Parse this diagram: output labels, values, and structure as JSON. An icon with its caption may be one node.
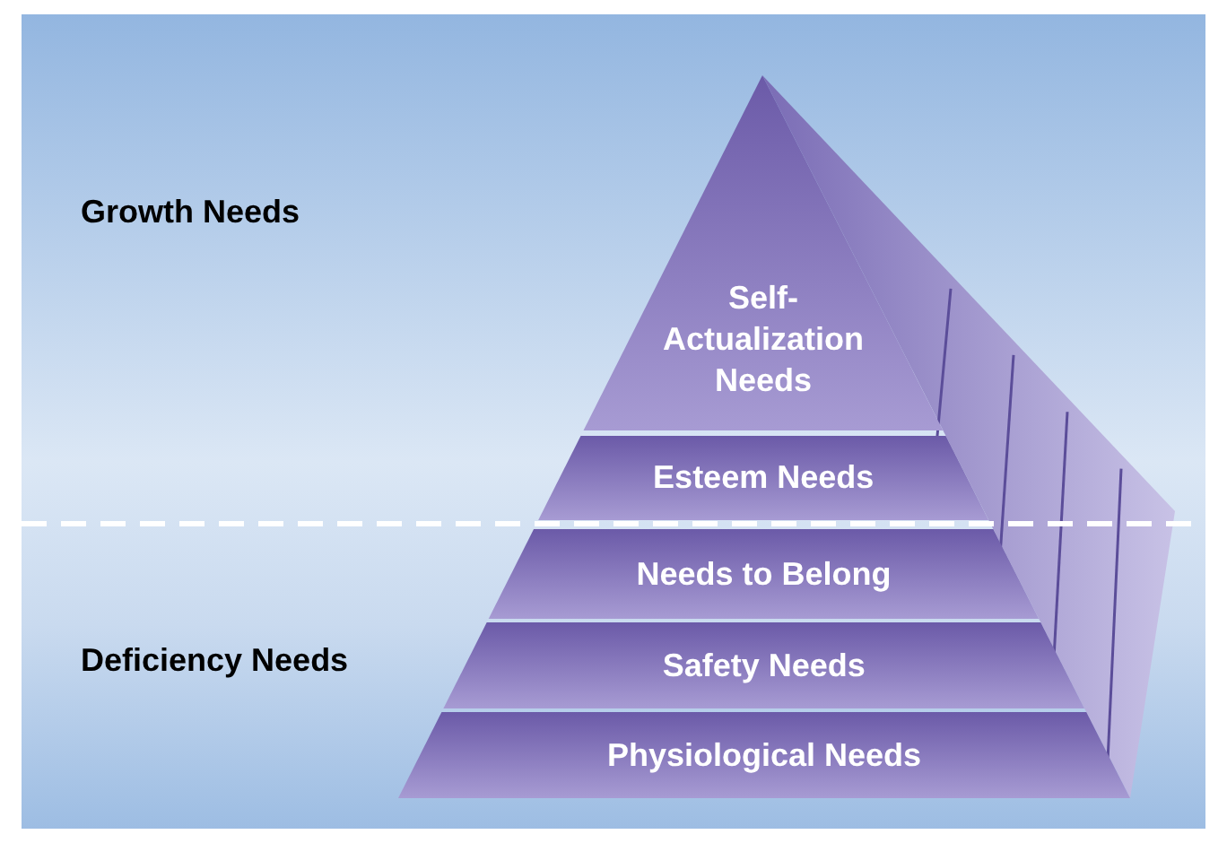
{
  "diagram": {
    "nodes": [
      {
        "text": [
          "Self-Actualization Needs"
        ]
      },
      {
        "text": [
          "Esteem Needs"
        ]
      },
      {
        "text": [
          "Needs to Belong"
        ]
      },
      {
        "text": [
          "Safety Needs"
        ]
      },
      {
        "text": [
          "Physiological Needs"
        ]
      }
    ],
    "labels": [
      "Growth Needs",
      "Deficiency Needs"
    ]
  }
}
